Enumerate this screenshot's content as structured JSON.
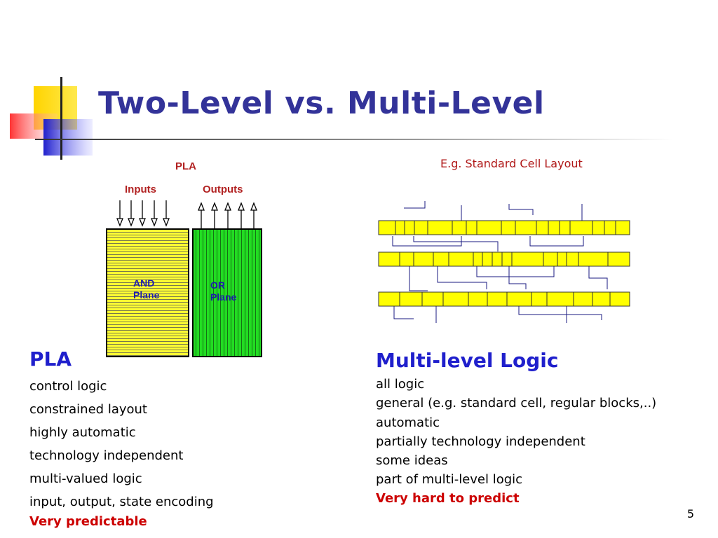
{
  "slide": {
    "title": "Two-Level  vs. Multi-Level",
    "page_number": "5"
  },
  "pla_figure": {
    "caption": "PLA",
    "inputs_label": "Inputs",
    "outputs_label": "Outputs",
    "and_plane_label": [
      "AND",
      "Plane"
    ],
    "or_plane_label": [
      "OR",
      "Plane"
    ],
    "colors": {
      "and_plane": "#ffff33",
      "or_plane": "#22dd22",
      "label": "#b22222"
    }
  },
  "standard_cell_figure": {
    "caption": "E.g. Standard Cell Layout",
    "colors": {
      "cell_fill": "#ffff00",
      "wire": "#1a1a80"
    }
  },
  "left_column": {
    "heading": "PLA",
    "items": [
      "control logic",
      "constrained layout",
      "highly automatic",
      "technology independent",
      "multi-valued logic",
      "input, output, state encoding"
    ],
    "emphasis": "Very predictable"
  },
  "right_column": {
    "heading": "Multi-level Logic",
    "items": [
      "all logic",
      "general (e.g. standard cell, regular blocks,..)",
      "automatic",
      "partially technology independent",
      "some ideas",
      "part of multi-level logic"
    ],
    "emphasis": "Very hard to predict"
  },
  "theme": {
    "title_color": "#333399",
    "heading_color": "#1f1fcc",
    "emphasis_color": "#cc0000"
  }
}
